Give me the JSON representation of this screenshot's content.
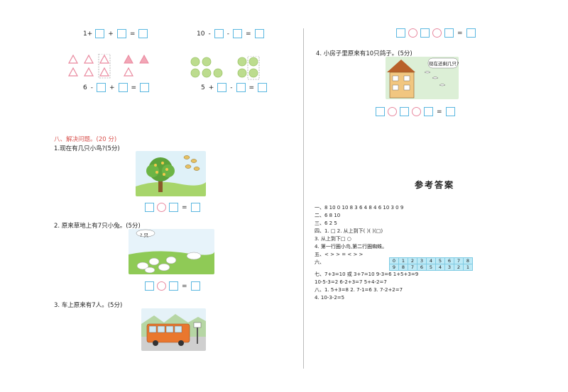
{
  "top_left": {
    "eq1": {
      "lead": "1+",
      "ops": [
        "+",
        "="
      ]
    },
    "eq2": {
      "lead": "10",
      "ops": [
        "-",
        "-",
        "="
      ]
    },
    "eq3": {
      "lead": "6",
      "ops": [
        "-",
        "+",
        "="
      ]
    },
    "eq4": {
      "lead": "5",
      "ops": [
        "+",
        "-",
        "="
      ]
    }
  },
  "section8": {
    "heading": "八、解决问题。(20 分)",
    "q1": "1.现在有几只小鸟?(5分)",
    "q2": "2. 原来草地上有7只小兔。(5分)",
    "q2_bubble": "? 只",
    "q3": "3. 车上原来有7人。(5分)",
    "eq_symbol": "="
  },
  "right": {
    "eq_top_symbol": "=",
    "q4": "4. 小房子里原来有10只鸽子。(5分)",
    "q4_bubble": "现在还剩几只?",
    "eq_q4_symbol": "="
  },
  "answers": {
    "title": "参考答案",
    "lines": [
      "一、8 10 0 10 8 3 6 4 8 4 6 10 3 0 9",
      "二、6 8 10",
      "三、6 2 5",
      "四、1. □ 2. 从上到下( )( )(□)",
      "3. 从上到下□ ○",
      "4. 第一行圈小鸟,第二行圈蜘蛛。",
      "五、< > > = < > >",
      "六、"
    ],
    "table": [
      [
        "0",
        "1",
        "2",
        "3",
        "4",
        "5",
        "6",
        "7",
        "8"
      ],
      [
        "9",
        "8",
        "7",
        "6",
        "5",
        "4",
        "3",
        "2",
        "1"
      ]
    ],
    "lines2": [
      "七、7+3=10 或 3+7=10   9-3=6   1+5+3=9",
      "10-5-3=2   6-2+3=7   5+4-2=7",
      "八、1. 5+3=8   2. 7-1=6   3. 7-2+2=7",
      "4. 10-3-2=5"
    ]
  }
}
